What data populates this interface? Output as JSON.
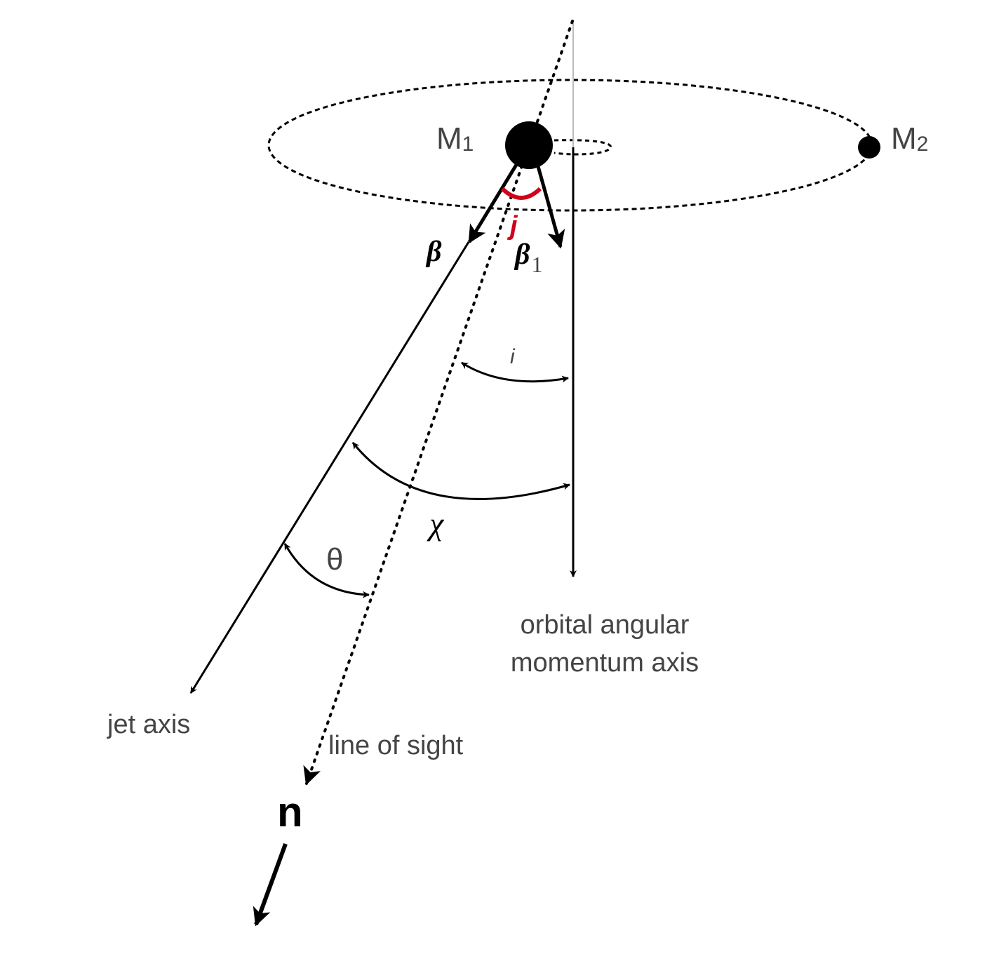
{
  "labels": {
    "m1": {
      "base": "M",
      "sub": "1"
    },
    "m2": {
      "base": "M",
      "sub": "2"
    },
    "beta": "β",
    "beta1": {
      "base": "β",
      "sub": "1"
    },
    "j": "j",
    "i": "i",
    "chi": "χ",
    "theta": "θ",
    "orbital_axis_line1": "orbital angular",
    "orbital_axis_line2": "momentum axis",
    "jet_axis": "jet axis",
    "line_of_sight": "line of sight",
    "n": "n"
  },
  "colors": {
    "line": "#000000",
    "text": "#444444",
    "j_angle": "#d0021b"
  }
}
